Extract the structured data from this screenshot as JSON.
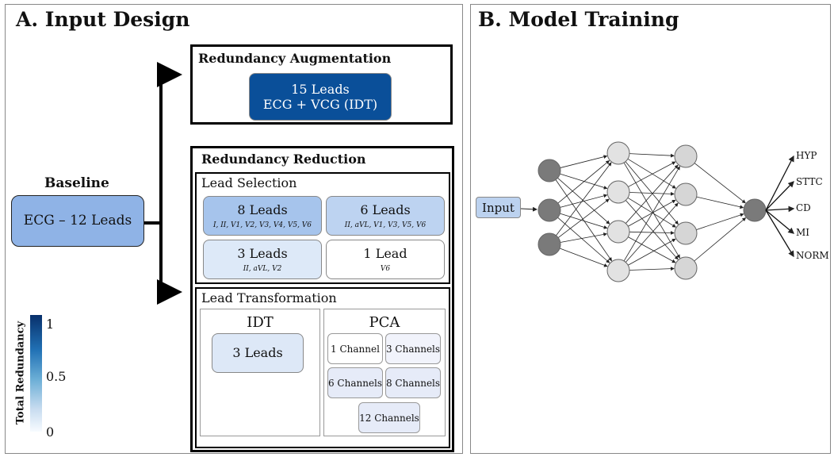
{
  "panel_a": {
    "title": "A. Input Design",
    "baseline": {
      "heading": "Baseline",
      "label": "ECG – 12 Leads",
      "color": "#8fb3e6"
    },
    "augmentation": {
      "title": "Redundancy Augmentation",
      "card": {
        "line1": "15 Leads",
        "line2": "ECG + VCG (IDT)",
        "color": "#0a4f99"
      }
    },
    "reduction": {
      "title": "Redundancy Reduction",
      "lead_selection": {
        "title": "Lead Selection",
        "cards": [
          {
            "main": "8 Leads",
            "sub": "I, II, V1, V2, V3, V4, V5, V6",
            "color": "#a6c4ec"
          },
          {
            "main": "6 Leads",
            "sub": "II, aVL, V1, V3, V5, V6",
            "color": "#bdd3f1"
          },
          {
            "main": "3 Leads",
            "sub": "II, aVL, V2",
            "color": "#dde9f8"
          },
          {
            "main": "1 Lead",
            "sub": "V6",
            "color": "#ffffff"
          }
        ]
      },
      "lead_transformation": {
        "title": "Lead Transformation",
        "idt": {
          "title": "IDT",
          "card": "3 Leads",
          "color": "#dde8f7"
        },
        "pca": {
          "title": "PCA",
          "channels": [
            {
              "label": "1 Channel",
              "color": "#ffffff"
            },
            {
              "label": "3 Channels",
              "color": "#f1f3fb"
            },
            {
              "label": "6 Channels",
              "color": "#e6ebf8"
            },
            {
              "label": "8 Channels",
              "color": "#e6ebf8"
            },
            {
              "label": "12 Channels",
              "color": "#e6ebf8"
            }
          ]
        }
      }
    },
    "colorbar": {
      "label": "Total Redundancy",
      "ticks": [
        "1",
        "0.5",
        "0"
      ],
      "color_high": "#08306b",
      "color_low": "#f7fbff"
    }
  },
  "panel_b": {
    "title": "B. Model Training",
    "input_label": "Input",
    "outputs": [
      "HYP",
      "STTC",
      "CD",
      "MI",
      "NORM"
    ]
  }
}
